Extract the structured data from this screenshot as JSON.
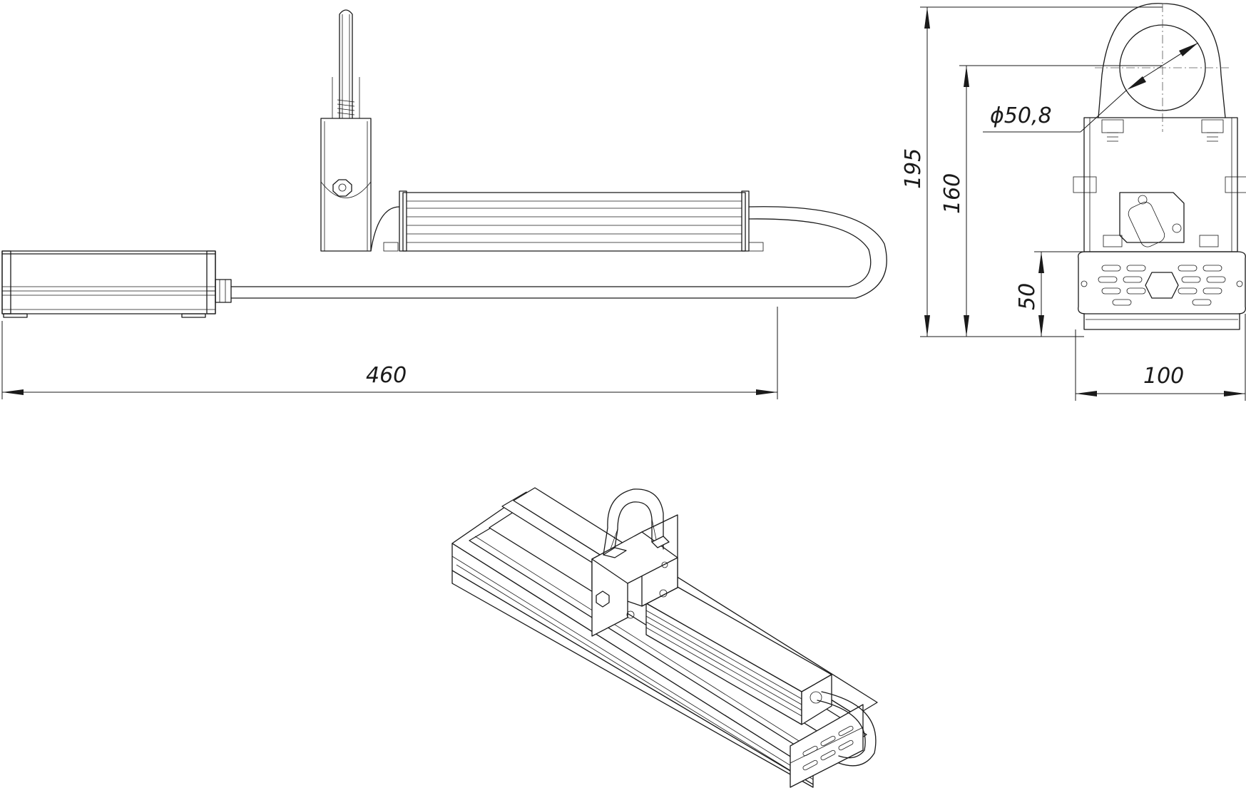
{
  "drawing": {
    "views": [
      "front-view",
      "side-view",
      "isometric-view"
    ],
    "dimensions": {
      "overall_length": "460",
      "overall_height": "195",
      "height_to_mount": "160",
      "body_height": "50",
      "body_width": "100",
      "tube_diameter": "ϕ50,8"
    }
  }
}
